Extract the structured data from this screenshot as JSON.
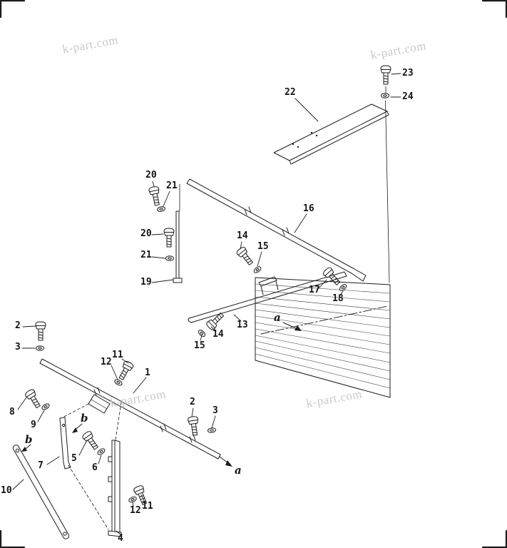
{
  "colors": {
    "background": "#ffffff",
    "line": "#1c1c1c",
    "watermark": "#c9c9c9"
  },
  "watermarks": [
    {
      "text": "k-part.com"
    },
    {
      "text": "k-part.com"
    },
    {
      "text": "k-part.com"
    },
    {
      "text": "k-part.com"
    }
  ],
  "callouts": [
    {
      "text": "23"
    },
    {
      "text": "24"
    },
    {
      "text": "22"
    },
    {
      "text": "20"
    },
    {
      "text": "21"
    },
    {
      "text": "16"
    },
    {
      "text": "14"
    },
    {
      "text": "15"
    },
    {
      "text": "20"
    },
    {
      "text": "21"
    },
    {
      "text": "19"
    },
    {
      "text": "17"
    },
    {
      "text": "18"
    },
    {
      "text": "13"
    },
    {
      "text": "2"
    },
    {
      "text": "3"
    },
    {
      "text": "15"
    },
    {
      "text": "14"
    },
    {
      "text": "11"
    },
    {
      "text": "12"
    },
    {
      "text": "1"
    },
    {
      "text": "2"
    },
    {
      "text": "3"
    },
    {
      "text": "8"
    },
    {
      "text": "9"
    },
    {
      "text": "7"
    },
    {
      "text": "5"
    },
    {
      "text": "6"
    },
    {
      "text": "10"
    },
    {
      "text": "11"
    },
    {
      "text": "12"
    },
    {
      "text": "4"
    }
  ],
  "view_letters": [
    {
      "text": "a"
    },
    {
      "text": "a"
    },
    {
      "text": "b"
    },
    {
      "text": "b"
    }
  ]
}
